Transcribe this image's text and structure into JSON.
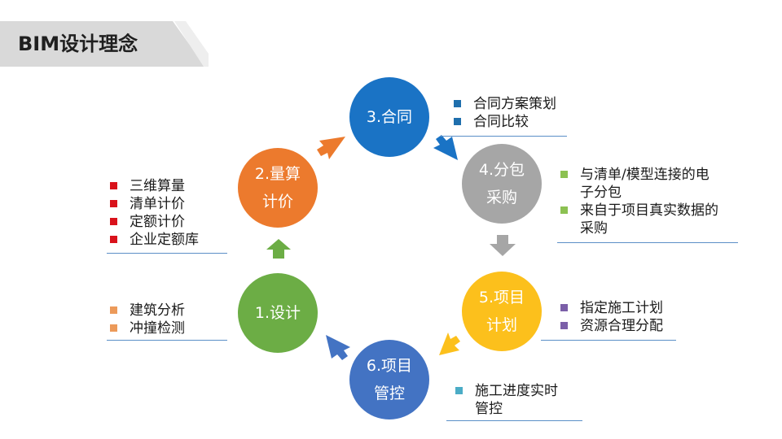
{
  "title": "BIM设计理念",
  "colors": {
    "design": "#6cad45",
    "quantity": "#ec7a2d",
    "contract": "#1a73c5",
    "procurement": "#a6a6a6",
    "plan": "#fcc01c",
    "control": "#4373c3",
    "rule": "#5b8fc7",
    "title_band": "#d9d9d9"
  },
  "nodes": {
    "design": {
      "line1": "1.设计",
      "line2": ""
    },
    "quantity": {
      "line1": "2.量算",
      "line2": "计价"
    },
    "contract": {
      "line1": "3.合同",
      "line2": ""
    },
    "procurement": {
      "line1": "4.分包",
      "line2": "采购"
    },
    "plan": {
      "line1": "5.项目",
      "line2": "计划"
    },
    "control": {
      "line1": "6.项目",
      "line2": "管控"
    }
  },
  "lists": {
    "design": {
      "bullet_color": "#ec9a5a",
      "items": [
        "建筑分析",
        "冲撞检测"
      ]
    },
    "quantity": {
      "bullet_color": "#d9121b",
      "items": [
        "三维算量",
        "清单计价",
        "定额计价",
        "企业定额库"
      ]
    },
    "contract": {
      "bullet_color": "#1f6fad",
      "items": [
        "合同方案策划",
        "合同比较"
      ]
    },
    "procurement": {
      "bullet_color": "#8cc152",
      "items": [
        "与清单/模型连接的电",
        "子分包",
        "来自于项目真实数据的",
        "采购"
      ]
    },
    "plan": {
      "bullet_color": "#7b5fa8",
      "items": [
        "指定施工计划",
        "资源合理分配"
      ]
    },
    "control": {
      "bullet_color": "#4bacc6",
      "items": [
        "施工进度实时",
        "管控"
      ]
    }
  }
}
